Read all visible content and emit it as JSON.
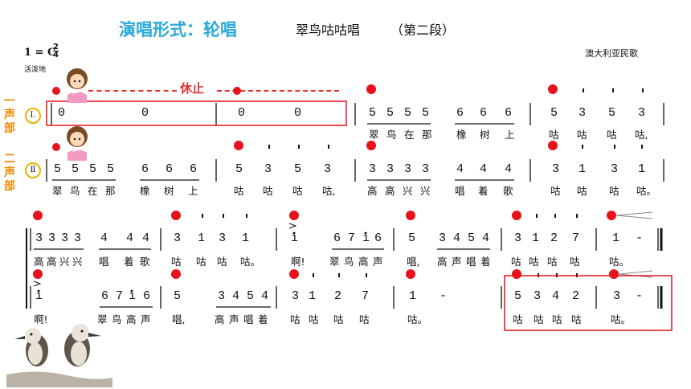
{
  "header": {
    "title": "演唱形式：轮唱",
    "song": "翠鸟咕咕唱",
    "section": "（第二段）",
    "origin": "澳大利亚民歌",
    "key_label": "1 = C",
    "time_top": "2",
    "time_bottom": "4",
    "tempo": "活泼地"
  },
  "parts": {
    "voice1": "一声部",
    "voice2": "二声部",
    "marker1": "Ⅰ.",
    "marker2": "Ⅱ"
  },
  "annotations": {
    "rest": "休止"
  },
  "rows": [
    {
      "notes": [
        [
          "0",
          72
        ],
        [
          "0",
          176
        ],
        [
          "0",
          296
        ],
        [
          "0",
          366
        ],
        [
          "5",
          459
        ],
        [
          "5",
          481
        ],
        [
          "5",
          503
        ],
        [
          "5",
          525
        ],
        [
          "6",
          568
        ],
        [
          "6",
          597
        ],
        [
          "6",
          628
        ],
        [
          "5",
          685
        ],
        [
          "3",
          720
        ],
        [
          "5",
          757
        ],
        [
          "3",
          794
        ]
      ],
      "lyrics": [
        [
          "翠",
          459
        ],
        [
          "鸟",
          481
        ],
        [
          "在",
          503
        ],
        [
          "那",
          525
        ],
        [
          "橡",
          568
        ],
        [
          "树",
          597
        ],
        [
          "上",
          628
        ],
        [
          "咕",
          683
        ],
        [
          "咕",
          718
        ],
        [
          "咕",
          755
        ],
        [
          "咕,",
          790
        ]
      ]
    },
    {
      "notes": [
        [
          "5",
          67
        ],
        [
          "5",
          89
        ],
        [
          "5",
          111
        ],
        [
          "5",
          133
        ],
        [
          "6",
          176
        ],
        [
          "6",
          206
        ],
        [
          "6",
          236
        ],
        [
          "5",
          293
        ],
        [
          "3",
          329
        ],
        [
          "5",
          366
        ],
        [
          "3",
          403
        ],
        [
          "3",
          459
        ],
        [
          "3",
          481
        ],
        [
          "3",
          503
        ],
        [
          "3",
          525
        ],
        [
          "4",
          568
        ],
        [
          "4",
          597
        ],
        [
          "4",
          628
        ],
        [
          "3",
          687
        ],
        [
          "1",
          720
        ],
        [
          "3",
          760
        ],
        [
          "1",
          794
        ]
      ],
      "lyrics": [
        [
          "翠",
          65
        ],
        [
          "鸟",
          87
        ],
        [
          "在",
          109
        ],
        [
          "那",
          131
        ],
        [
          "橡",
          174
        ],
        [
          "树",
          204
        ],
        [
          "上",
          234
        ],
        [
          "咕",
          291
        ],
        [
          "咕",
          327
        ],
        [
          "咕",
          364
        ],
        [
          "咕,",
          401
        ],
        [
          "高",
          457
        ],
        [
          "高",
          479
        ],
        [
          "兴",
          501
        ],
        [
          "兴",
          523
        ],
        [
          "唱",
          566
        ],
        [
          "着",
          595
        ],
        [
          "歌",
          626
        ],
        [
          "咕",
          685
        ],
        [
          "咕",
          718
        ],
        [
          "咕",
          758
        ],
        [
          "咕。",
          792
        ]
      ]
    },
    {
      "notes": [
        [
          "3",
          44
        ],
        [
          "3",
          60
        ],
        [
          "3",
          76
        ],
        [
          "3",
          92
        ],
        [
          "4",
          125
        ],
        [
          "4",
          157
        ],
        [
          "4",
          177
        ],
        [
          "3",
          216
        ],
        [
          "1",
          246
        ],
        [
          "3",
          272
        ],
        [
          "1",
          301
        ],
        [
          "i",
          362
        ],
        [
          "6",
          415
        ],
        [
          "7",
          433
        ],
        [
          "i",
          451
        ],
        [
          "6",
          466
        ],
        [
          "5",
          508
        ],
        [
          "3",
          546
        ],
        [
          "4",
          564
        ],
        [
          "5",
          582
        ],
        [
          "4",
          600
        ],
        [
          "3",
          640
        ],
        [
          "1",
          662
        ],
        [
          "2",
          685
        ],
        [
          "7",
          712
        ],
        [
          "1",
          762
        ],
        [
          "-",
          791
        ]
      ],
      "lyrics": [
        [
          "高",
          42
        ],
        [
          "高",
          58
        ],
        [
          "兴",
          74
        ],
        [
          "兴",
          90
        ],
        [
          "唱",
          123
        ],
        [
          "着",
          154
        ],
        [
          "歌",
          174
        ],
        [
          "咕",
          213
        ],
        [
          "咕",
          244
        ],
        [
          "咕",
          270
        ],
        [
          "咕。",
          299
        ],
        [
          "啊!",
          362
        ],
        [
          "翠",
          410
        ],
        [
          "鸟",
          428
        ],
        [
          "高",
          446
        ],
        [
          "声",
          464
        ],
        [
          "唱,",
          506
        ],
        [
          "高",
          544
        ],
        [
          "声",
          562
        ],
        [
          "唱",
          580
        ],
        [
          "着",
          598
        ],
        [
          "咕",
          636
        ],
        [
          "咕",
          658
        ],
        [
          "咕",
          681
        ],
        [
          "咕",
          709
        ],
        [
          "咕。",
          758
        ]
      ]
    },
    {
      "notes": [
        [
          "i",
          44
        ],
        [
          "6",
          126
        ],
        [
          "7",
          144
        ],
        [
          "i",
          160
        ],
        [
          "6",
          178
        ],
        [
          "5",
          216
        ],
        [
          "3",
          271
        ],
        [
          "4",
          289
        ],
        [
          "5",
          307
        ],
        [
          "4",
          325
        ],
        [
          "3",
          363
        ],
        [
          "1",
          384
        ],
        [
          "2",
          416
        ],
        [
          "7",
          450
        ],
        [
          "1",
          509
        ],
        [
          "-",
          547
        ],
        [
          "5",
          640
        ],
        [
          "3",
          664
        ],
        [
          "4",
          687
        ],
        [
          "2",
          712
        ],
        [
          "3",
          763
        ],
        [
          "-",
          791
        ]
      ],
      "lyrics": [
        [
          "啊!",
          42
        ],
        [
          "翠",
          121
        ],
        [
          "鸟",
          139
        ],
        [
          "高",
          157
        ],
        [
          "声",
          175
        ],
        [
          "唱,",
          214
        ],
        [
          "高",
          267
        ],
        [
          "声",
          285
        ],
        [
          "唱",
          303
        ],
        [
          "着",
          321
        ],
        [
          "咕",
          361
        ],
        [
          "咕",
          384
        ],
        [
          "咕",
          415
        ],
        [
          "咕",
          447
        ],
        [
          "咕。",
          507
        ],
        [
          "咕",
          638
        ],
        [
          "咕",
          664
        ],
        [
          "咕",
          687
        ],
        [
          "咕",
          711
        ],
        [
          "咕。",
          760
        ]
      ]
    }
  ]
}
